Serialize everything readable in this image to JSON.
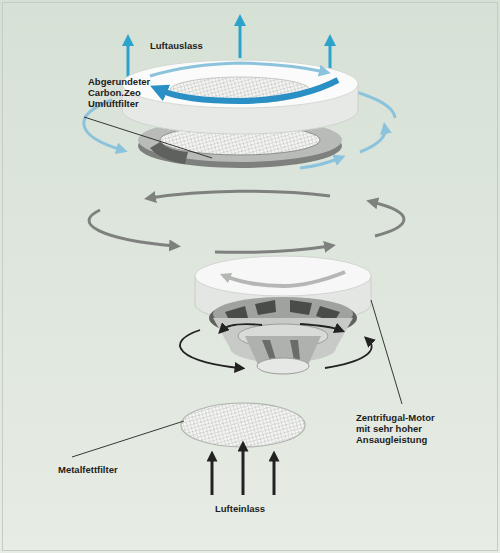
{
  "diagram": {
    "labels": [
      "Luftauslass",
      "Abgerundeter Carbon.Zeo Umluftfilter",
      "Zentrifugal-Motor mit sehr hoher Ansaugleistung",
      "Metalfettfilter",
      "Lufteinlass"
    ]
  }
}
